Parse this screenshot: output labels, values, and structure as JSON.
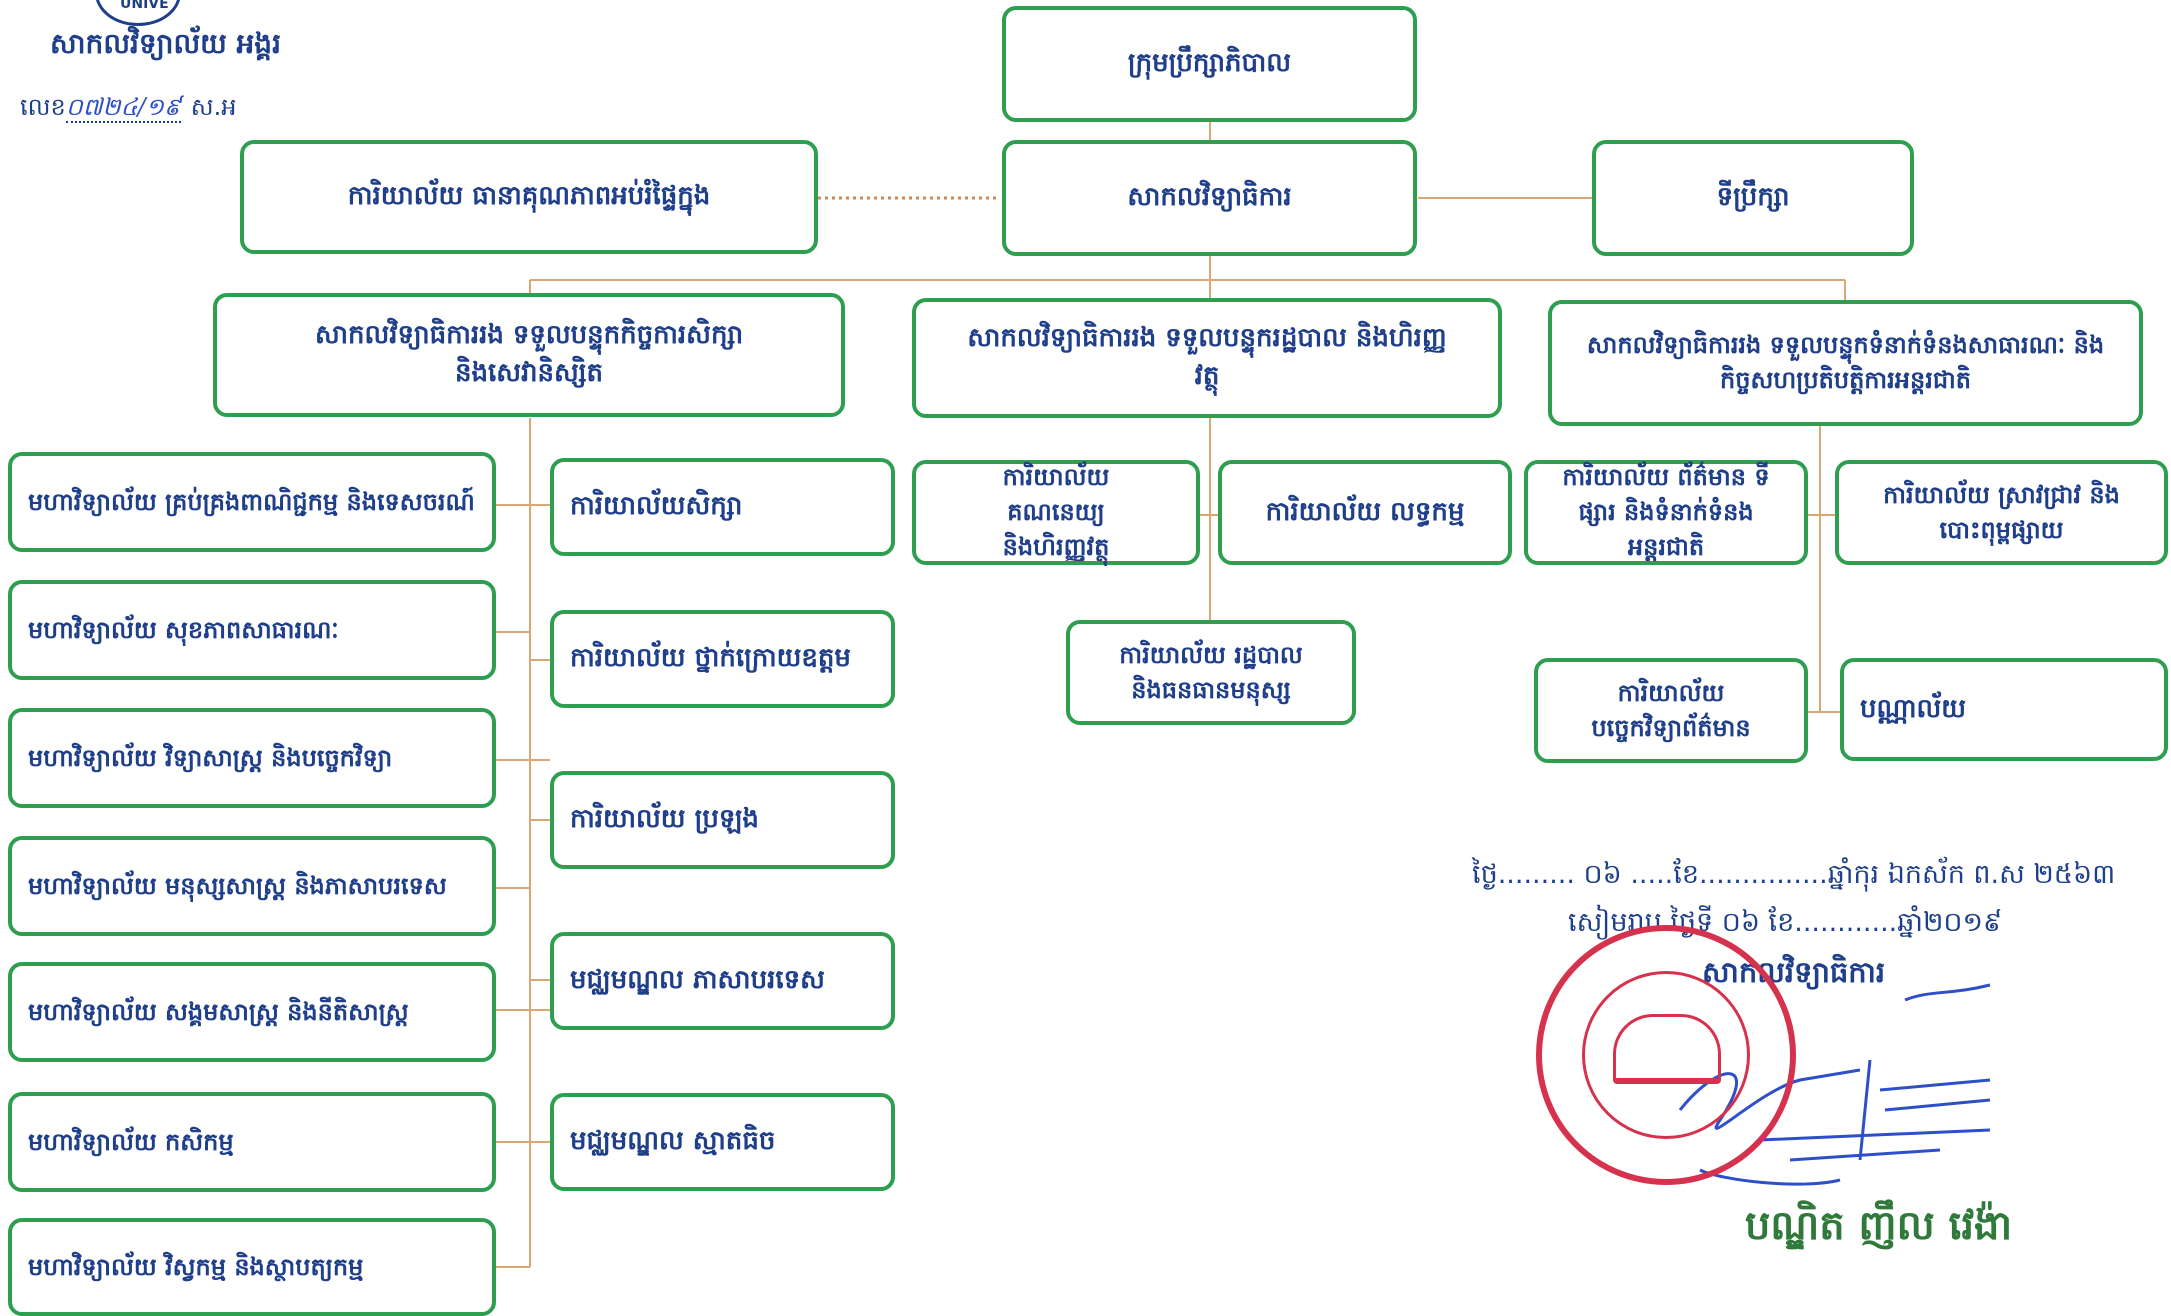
{
  "header": {
    "org_name": "សាកលវិទ្យាល័យ អង្គរ",
    "ref_prefix": "លេខ",
    "ref_number": "០៧២៤/១៩",
    "ref_suffix": "ស.អ",
    "seal_text": "UNIVE"
  },
  "top": {
    "board": "ក្រុមប្រឹក្សាភិបាល",
    "rector": "សាកលវិទ្យាធិការ",
    "quality_office": "ការិយាល័យ ធានាគុណភាពអប់រំផ្ទៃក្នុង",
    "advisor": "ទីប្រឹក្សា"
  },
  "vice_rectors": {
    "academic": "សាកលវិទ្យាធិការរង ទទួលបន្ទុកកិច្ចការសិក្សា និងសេវានិស្សិត",
    "admin": "សាកលវិទ្យាធិការរង ទទួលបន្ទុករដ្ឋបាល និងហិរញ្ញវត្ថុ",
    "external": "សាកលវិទ្យាធិការរង ទទួលបន្ទុកទំនាក់ទំនងសាធារណៈ និងកិច្ចសហប្រតិបត្តិការអន្តរជាតិ"
  },
  "faculties": [
    "មហាវិទ្យាល័យ គ្រប់គ្រងពាណិជ្ជកម្ម និងទេសចរណ៍",
    "មហាវិទ្យាល័យ សុខភាពសាធារណៈ",
    "មហាវិទ្យាល័យ វិទ្យាសាស្ត្រ  និងបច្ចេកវិទ្យា",
    "មហាវិទ្យាល័យ មនុស្សសាស្ត្រ  និងភាសាបរទេស",
    "មហាវិទ្យាល័យ សង្គមសាស្ត្រ និងនីតិសាស្ត្រ",
    "មហាវិទ្យាល័យ កសិកម្ម",
    "មហាវិទ្យាល័យ វិស្វកម្ម និងស្ថាបត្យកម្ម"
  ],
  "academic_offices": [
    "ការិយាល័យសិក្សា",
    "ការិយាល័យ ថ្នាក់ក្រោយឧត្តម",
    "ការិយាល័យ ប្រឡង",
    "មជ្ឈមណ្ឌល ភាសាបរទេស",
    "មជ្ឈមណ្ឌល ស្មាតធិច"
  ],
  "admin_offices": {
    "accounting": "ការិយាល័យ គណនេយ្យ និងហិរញ្ញវត្ថុ",
    "procurement": "ការិយាល័យ លទ្ធកម្ម",
    "hr": "ការិយាល័យ រដ្ឋបាល និងធនធានមនុស្ស"
  },
  "external_offices": {
    "info": "ការិយាល័យ ព័ត៌មាន ទីផ្សារ និងទំនាក់ទំនងអន្តរជាតិ",
    "research": "ការិយាល័យ ស្រាវជ្រាវ និងបោះពុម្ពផ្សាយ",
    "it": "ការិយាល័យ បច្ចេកវិទ្យាព័ត៌មាន",
    "library": "បណ្ណាល័យ"
  },
  "signature": {
    "line1": "ថ្ងៃ......... ០៦ .....ខែ...............ឆ្នាំកុរ ឯកស័ក ព.ស ២៥៦៣",
    "line2": "សៀមរាប ថ្ងៃទី ០៦ ខែ............ឆ្នាំ២០១៩",
    "title": "សាកលវិទ្យាធិការ",
    "name": "បណ្ឌិត ញឹល វេង៉ា"
  },
  "colors": {
    "box_border": "#2e9e4f",
    "text": "#1f3f8a",
    "connector": "#d8a774",
    "stamp": "#d7324d",
    "signature_ink": "#2e4fc8"
  }
}
